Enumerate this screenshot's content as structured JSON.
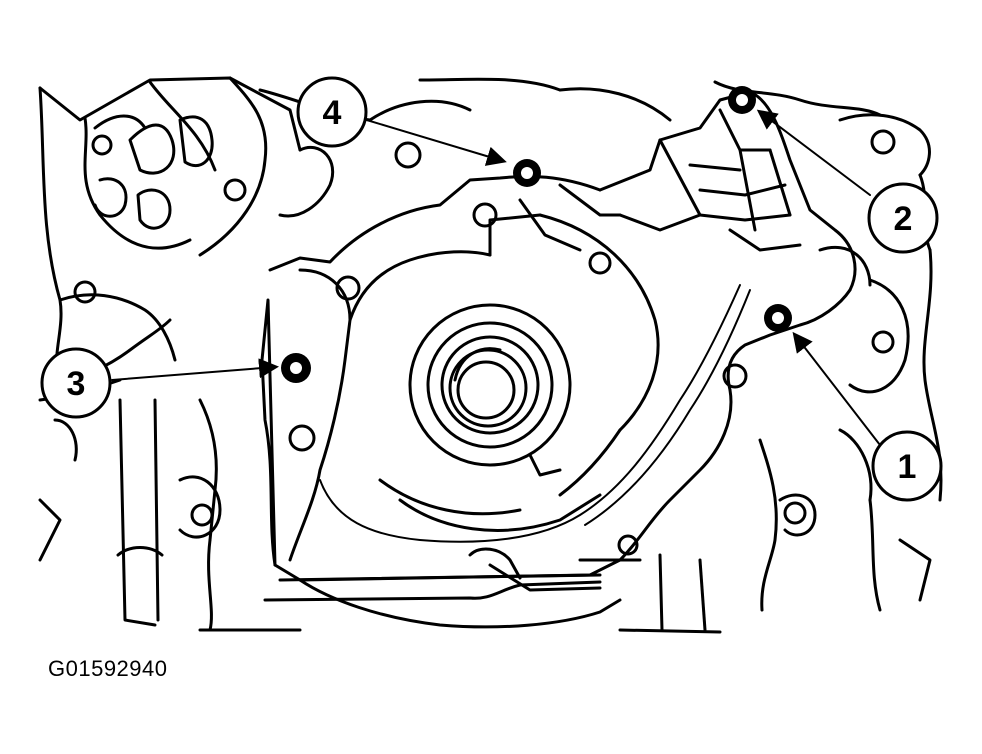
{
  "figure_id": "G01592940",
  "callouts": [
    {
      "label": "1"
    },
    {
      "label": "2"
    },
    {
      "label": "3"
    },
    {
      "label": "4"
    }
  ],
  "ink_color": "#000000",
  "background_color": "#ffffff"
}
